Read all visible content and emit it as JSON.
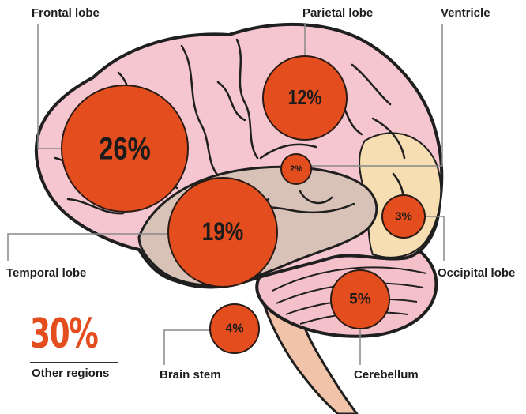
{
  "colors": {
    "bubble_fill": "#e44e1e",
    "bubble_stroke": "#2a1a14",
    "accent": "#e44e1e",
    "leader_line": "#888888",
    "cerebrum": "#f5c6cf",
    "temporal": "#d8c1b6",
    "occipital": "#f6deb2",
    "cerebellum": "#f4c1cb",
    "brain_stem": "#f1c4a9",
    "outline": "#1f1f1f"
  },
  "regions": [
    {
      "id": "frontal",
      "label": "Frontal lobe",
      "value": "26%",
      "percent": 26
    },
    {
      "id": "parietal",
      "label": "Parietal lobe",
      "value": "12%",
      "percent": 12
    },
    {
      "id": "ventricle",
      "label": "Ventricle",
      "value": "2%",
      "percent": 2
    },
    {
      "id": "temporal",
      "label": "Temporal lobe",
      "value": "19%",
      "percent": 19
    },
    {
      "id": "occipital",
      "label": "Occipital lobe",
      "value": "3%",
      "percent": 3
    },
    {
      "id": "brain-stem",
      "label": "Brain stem",
      "value": "4%",
      "percent": 4
    },
    {
      "id": "cerebellum",
      "label": "Cerebellum",
      "value": "5%",
      "percent": 5
    }
  ],
  "other": {
    "value": "30%",
    "label": "Other regions"
  }
}
